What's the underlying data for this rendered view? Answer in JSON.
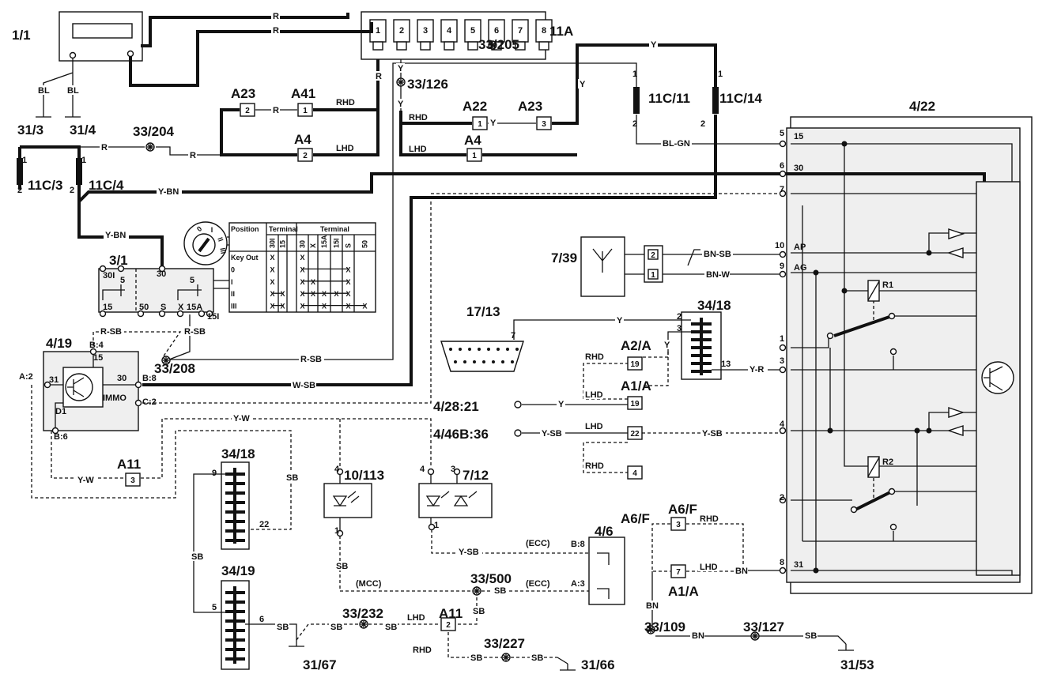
{
  "components": [
    "1/1",
    "11A",
    "33/205",
    "33/126",
    "A23",
    "A41",
    "A22",
    "A23",
    "11C/11",
    "11C/14",
    "4/22",
    "31/3",
    "31/4",
    "33/204",
    "A4",
    "A4",
    "11C/3",
    "11C/4",
    "3/1",
    "7/39",
    "34/18",
    "17/13",
    "4/19",
    "33/208",
    "A2/A",
    "A1/A",
    "4/28:21",
    "4/46B:36",
    "A6/F",
    "A11",
    "34/18",
    "10/113",
    "7/12",
    "4/6",
    "A6/F",
    "A1/A",
    "34/19",
    "33/500",
    "33/232",
    "A11",
    "33/227",
    "31/67",
    "31/66",
    "33/109",
    "33/127",
    "31/53"
  ],
  "wire_labels": [
    "R",
    "R",
    "Y",
    "BL",
    "BL",
    "R",
    "R",
    "R",
    "RHD",
    "LHD",
    "RHD",
    "Y",
    "LHD",
    "BL-GN",
    "Y-BN",
    "Y-BN",
    "Y",
    "Y",
    "Y",
    "R",
    "BN-SB",
    "BN-W",
    "R-SB",
    "R-SB",
    "R-SB",
    "W-SB",
    "Y",
    "Y",
    "Y-R",
    "RHD",
    "LHD",
    "Y",
    "Y-SB",
    "LHD",
    "Y-SB",
    "RHD",
    "Y-W",
    "Y-W",
    "SB",
    "SB",
    "SB",
    "(MCC)",
    "SB",
    "(ECC)",
    "(ECC)",
    "Y-SB",
    "SB",
    "SB",
    "SB",
    "SB",
    "LHD",
    "RHD",
    "SB",
    "SB",
    "BN",
    "BN",
    "SB",
    "RHD",
    "LHD",
    "BN"
  ],
  "pin_labels": [
    "1",
    "2",
    "3",
    "4",
    "5",
    "6",
    "7",
    "8",
    "1",
    "2",
    "1",
    "2",
    "1",
    "2",
    "1",
    "2",
    "5",
    "15",
    "6",
    "30",
    "7",
    "10",
    "AP",
    "9",
    "AG",
    "R1",
    "1",
    "3",
    "4",
    "R2",
    "2",
    "8",
    "31",
    "B:4",
    "15",
    "A:2",
    "31",
    "30",
    "B:8",
    "IMMO",
    "C:2",
    "D1",
    "B:6",
    "30I",
    "5",
    "15",
    "50",
    "S",
    "X",
    "15A",
    "15I",
    "30",
    "5",
    "2",
    "3",
    "13",
    "7",
    "9",
    "22",
    "5",
    "6",
    "4",
    "1",
    "4",
    "3",
    "1",
    "B:8",
    "A:3"
  ],
  "connector_boxes": [
    "2",
    "1",
    "2",
    "1",
    "3",
    "1",
    "19",
    "19",
    "22",
    "4",
    "3",
    "2",
    "3",
    "7",
    "2",
    "1"
  ],
  "ignition_switch": {
    "lock_positions": [
      "0",
      "I",
      "II",
      "III"
    ],
    "header_position": "Position",
    "header_terminal_a": "Terminal",
    "header_terminal_b": "Terminal",
    "columns": [
      "30I",
      "15",
      "",
      "30",
      "X",
      "15A",
      "15I",
      "S",
      "50"
    ],
    "rows": [
      {
        "label": "Key Out",
        "marks": [
          "X",
          "",
          "",
          "X",
          "",
          "",
          "",
          "",
          ""
        ]
      },
      {
        "label": "0",
        "marks": [
          "X",
          "",
          "",
          "X",
          "",
          "",
          "",
          "X",
          ""
        ]
      },
      {
        "label": "I",
        "marks": [
          "X",
          "",
          "",
          "X",
          "X",
          "",
          "",
          "X",
          ""
        ]
      },
      {
        "label": "II",
        "marks": [
          "X",
          "X",
          "",
          "X",
          "X",
          "X",
          "X",
          "X",
          ""
        ]
      },
      {
        "label": "III",
        "marks": [
          "X",
          "X",
          "",
          "X",
          "",
          "X",
          "",
          "X",
          "X"
        ]
      }
    ]
  }
}
